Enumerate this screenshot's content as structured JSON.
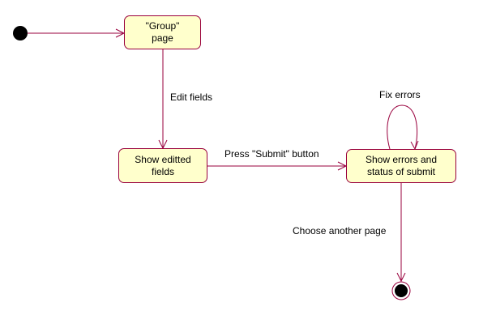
{
  "diagram": {
    "type": "state-machine",
    "colors": {
      "state_fill": "#ffffcc",
      "state_border": "#99003d",
      "transition_line": "#99003d",
      "node_fill": "#000000",
      "background": "#ffffff"
    },
    "states": {
      "group_page": "\"Group\"\npage",
      "show_editted_fields": "Show editted\nfields",
      "show_errors": "Show errors and\nstatus of submit"
    },
    "transitions": {
      "edit_fields": "Edit fields",
      "press_submit": "Press \"Submit\" button",
      "fix_errors": "Fix errors",
      "choose_another_page": "Choose another page"
    }
  }
}
